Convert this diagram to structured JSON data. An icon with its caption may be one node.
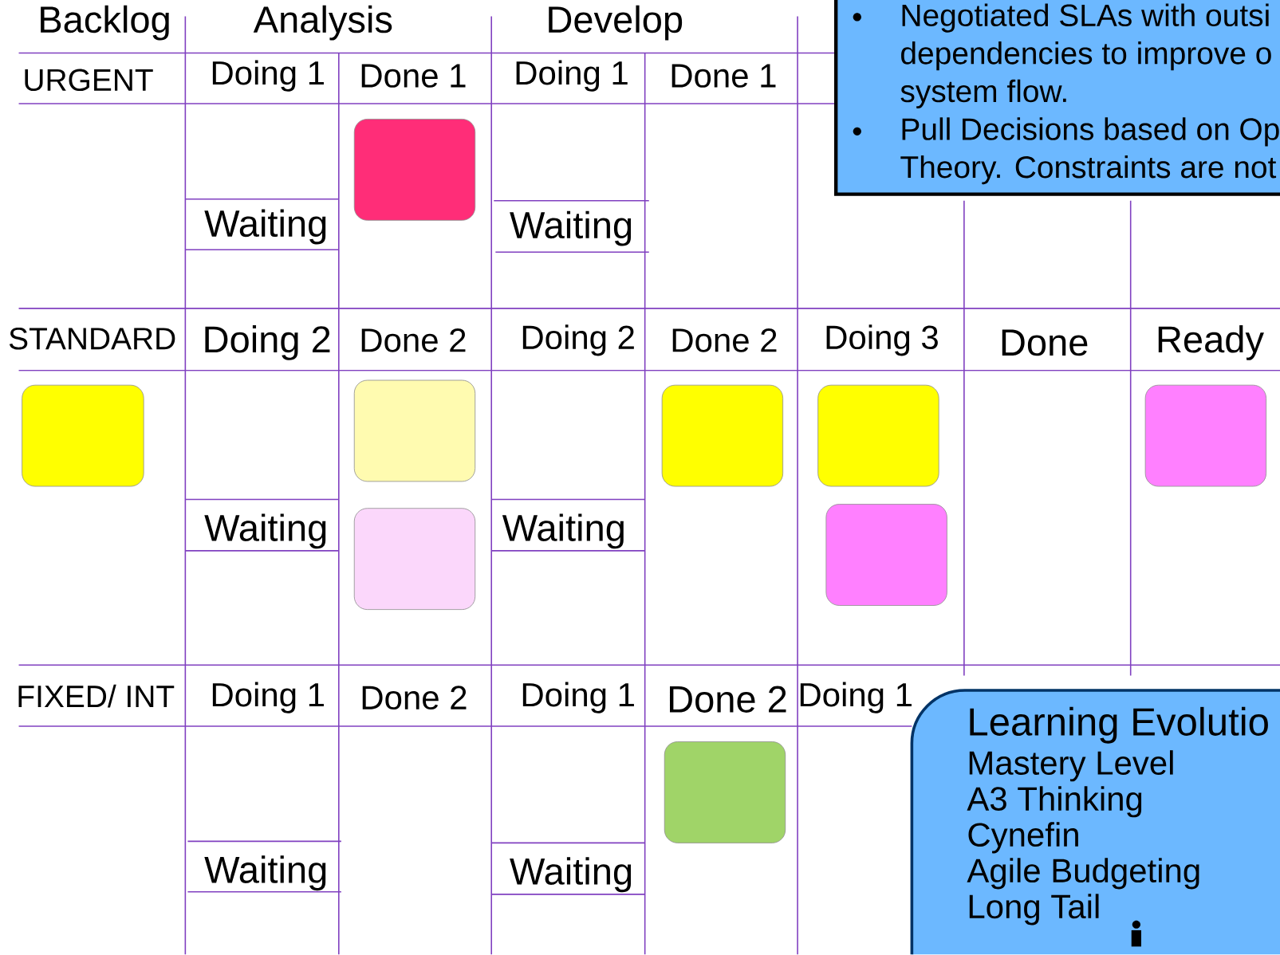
{
  "diagram": {
    "nodes": [
      {
        "text": [
          "Negotiated SLAs with outsi dependencies to improve o system flow.",
          "Pull Decisions based on Op Theory. Constraints are not"
        ]
      },
      {
        "text": [],
        "shape": "box"
      },
      {
        "text": [],
        "shape": "box"
      },
      {
        "text": [],
        "shape": "box"
      },
      {
        "text": [],
        "shape": "box"
      },
      {
        "text": [],
        "shape": "box"
      },
      {
        "text": [],
        "shape": "box"
      },
      {
        "text": [],
        "shape": "box"
      },
      {
        "text": [],
        "shape": "box"
      },
      {
        "text": [],
        "shape": "box"
      },
      {
        "text": [
          "Learning Evolutio",
          "Mastery Level",
          "A3 Thinking",
          "Cynefin",
          "Agile Budgeting",
          "Long Tail"
        ]
      }
    ],
    "labels": [
      "Backlog",
      "Analysis",
      "Develop",
      "URGENT",
      "Doing 1",
      "Done 1",
      "Doing 1",
      "Done 1",
      "Waiting",
      "Waiting",
      "STANDARD",
      "Doing 2",
      "Done 2",
      "Doing 2",
      "Done 2",
      "Doing 3",
      "Done",
      "Ready",
      "Waiting",
      "Waiting",
      "FIXED/ INT",
      "Doing 1",
      "Done 2",
      "Doing 1",
      "Done 2",
      "Doing 1",
      "Waiting",
      "Waiting"
    ]
  }
}
